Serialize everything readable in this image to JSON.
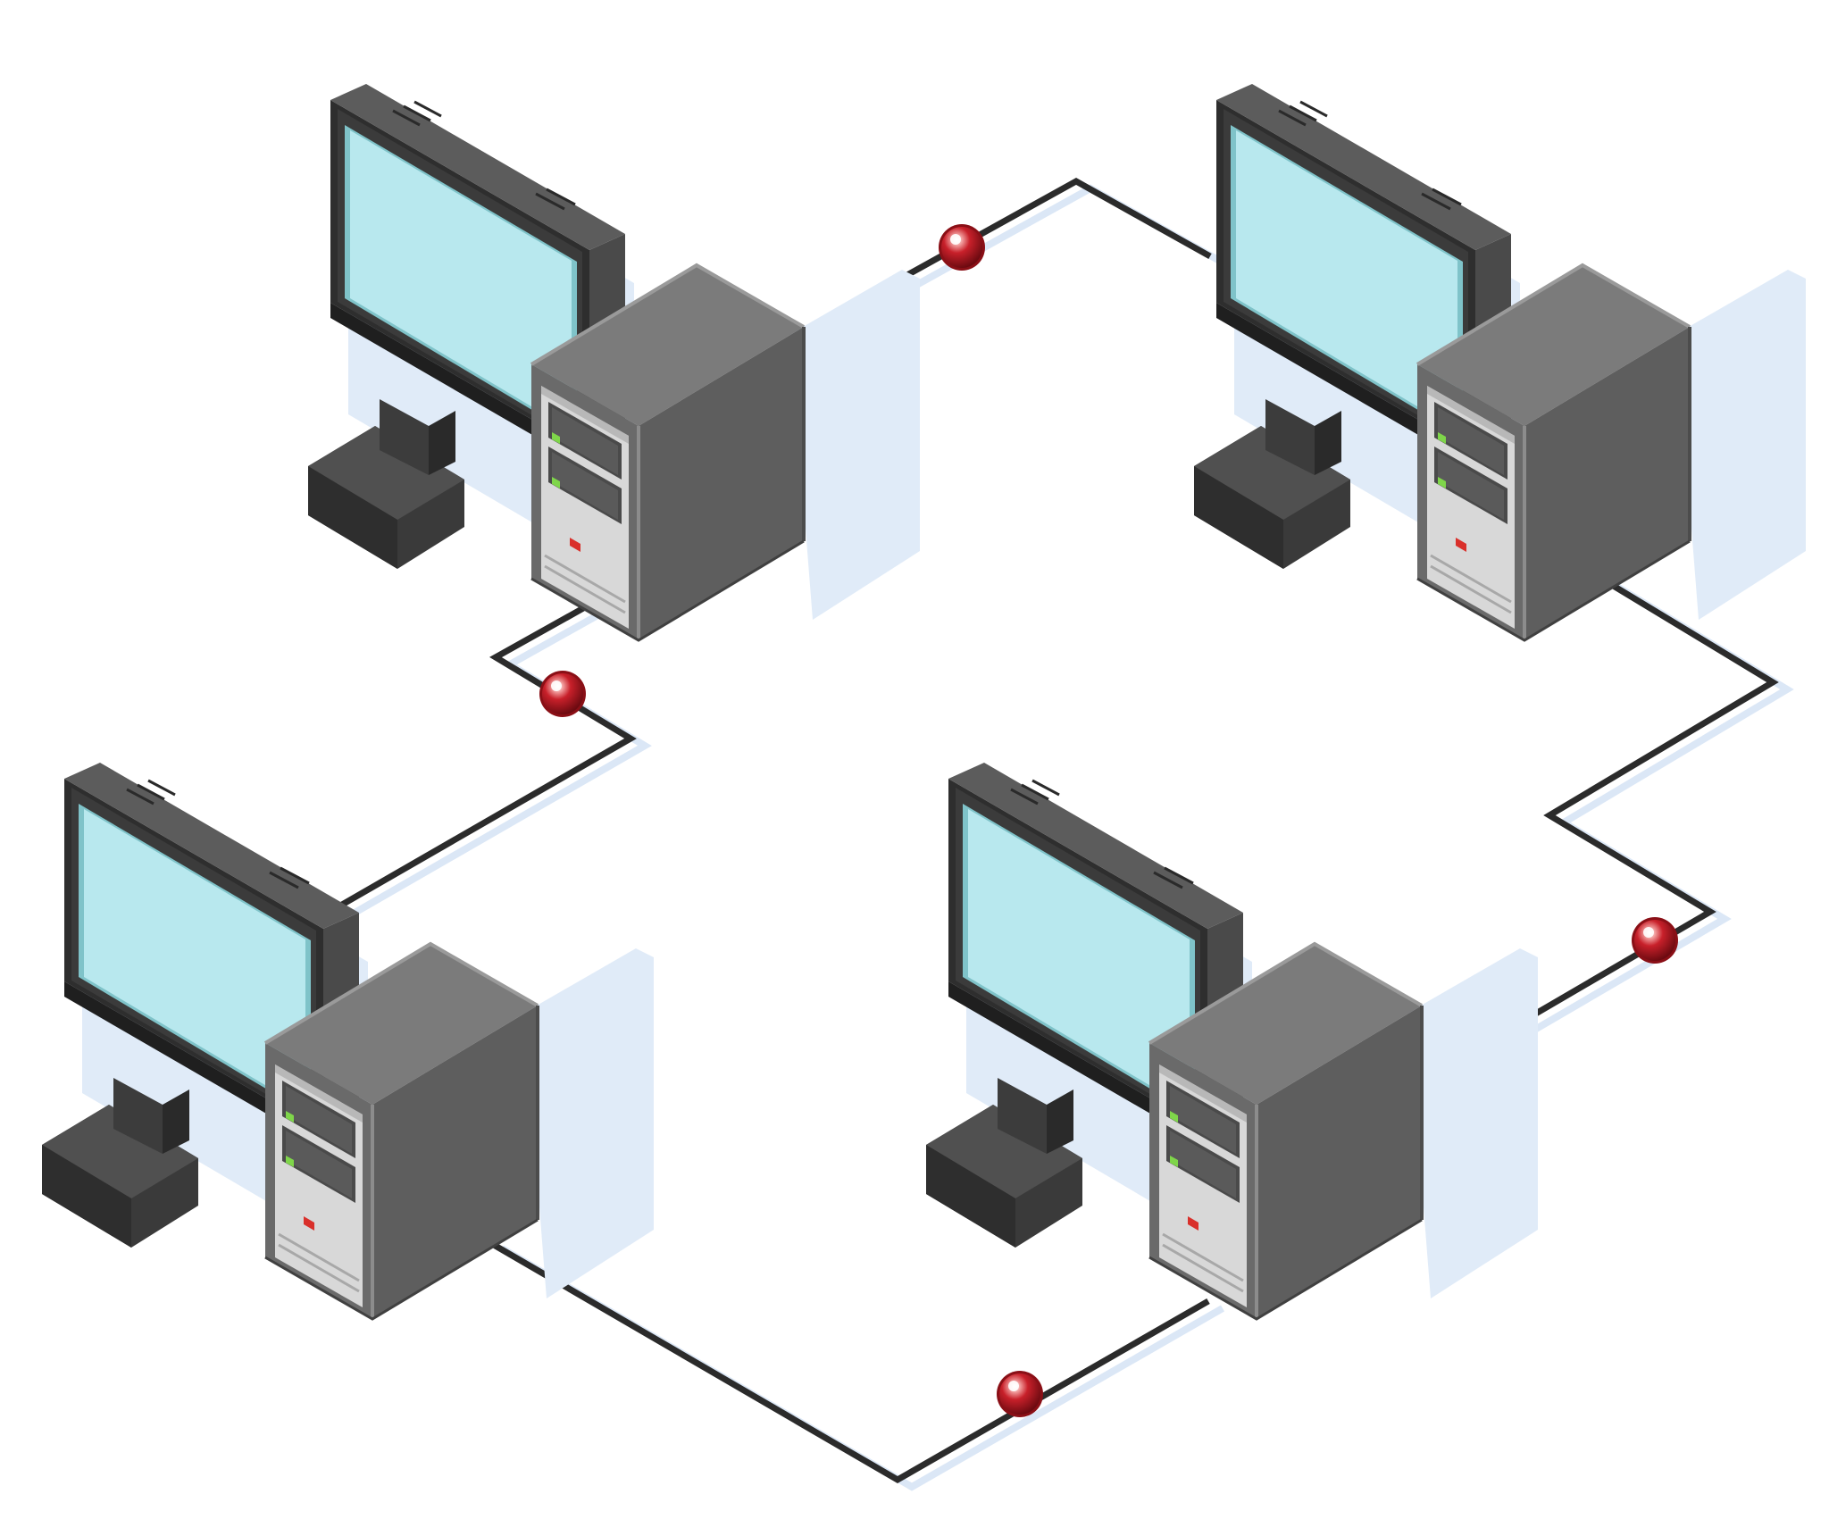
{
  "diagram": {
    "topology": "ring",
    "colors": {
      "background": "#ffffff",
      "cable": "#2b2b2b",
      "cable_shadow": "#dbe7f6",
      "screen": "#b8e8ee",
      "screen_edge": "#7fc3c9",
      "case_front": "#6a6a6a",
      "case_side": "#5e5e5e",
      "case_top": "#7b7b7b",
      "monitor_frame": "#2e2e2e",
      "monitor_back": "#565656",
      "drive_bay": "#d8d8d8",
      "led_green": "#7fd64a",
      "led_red": "#d9302b",
      "connector": "#b5121b"
    },
    "nodes": [
      {
        "id": "workstation-top-left",
        "icon": "desktop-computer-icon"
      },
      {
        "id": "workstation-top-right",
        "icon": "desktop-computer-icon"
      },
      {
        "id": "workstation-bottom-left",
        "icon": "desktop-computer-icon"
      },
      {
        "id": "workstation-bottom-right",
        "icon": "desktop-computer-icon"
      }
    ],
    "links": [
      {
        "from": "workstation-top-left",
        "to": "workstation-top-right",
        "connector": "cable-connector-icon"
      },
      {
        "from": "workstation-top-right",
        "to": "workstation-bottom-right",
        "connector": "cable-connector-icon"
      },
      {
        "from": "workstation-bottom-right",
        "to": "workstation-bottom-left",
        "connector": "cable-connector-icon"
      },
      {
        "from": "workstation-bottom-left",
        "to": "workstation-top-left",
        "connector": "cable-connector-icon"
      }
    ]
  }
}
